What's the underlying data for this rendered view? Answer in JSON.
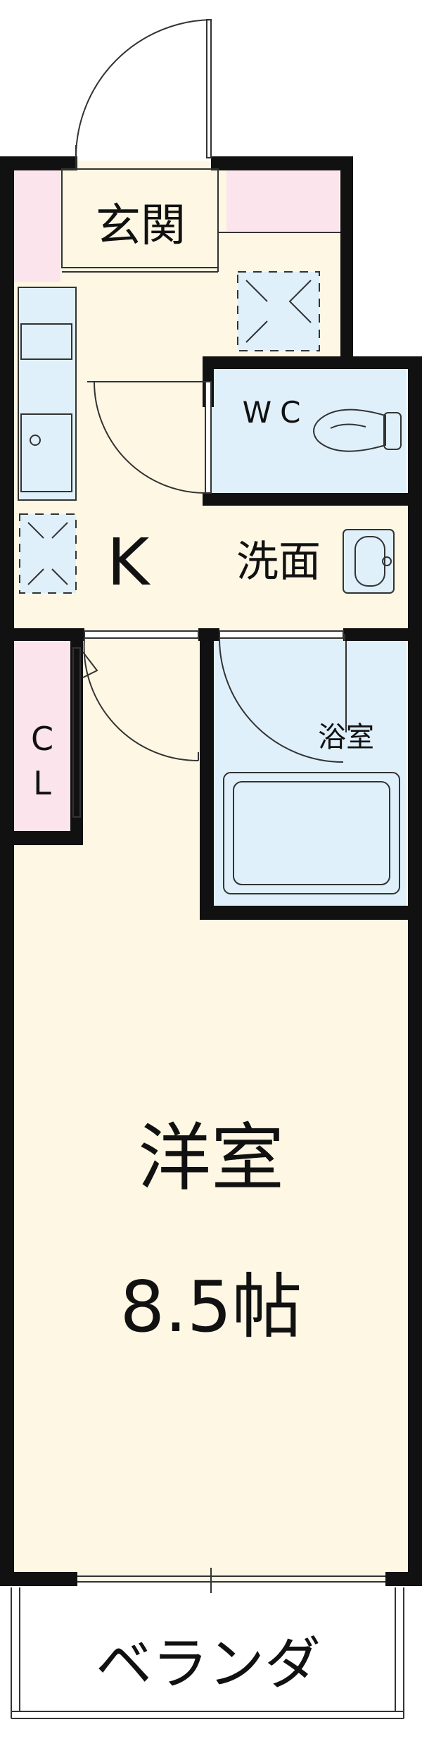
{
  "floorplan": {
    "rooms": {
      "entrance": "玄関",
      "kitchen": "K",
      "toilet": "WC",
      "washroom": "洗面",
      "bathroom": "浴室",
      "closet_c": "C",
      "closet_l": "L",
      "western_room": "洋室",
      "western_room_size": "8.5帖",
      "veranda": "ベランダ"
    },
    "colors": {
      "floor": "#fdf7e4",
      "wet_area": "#dff0fb",
      "accent_pink": "#fbe4ec",
      "wall": "#111111"
    }
  }
}
